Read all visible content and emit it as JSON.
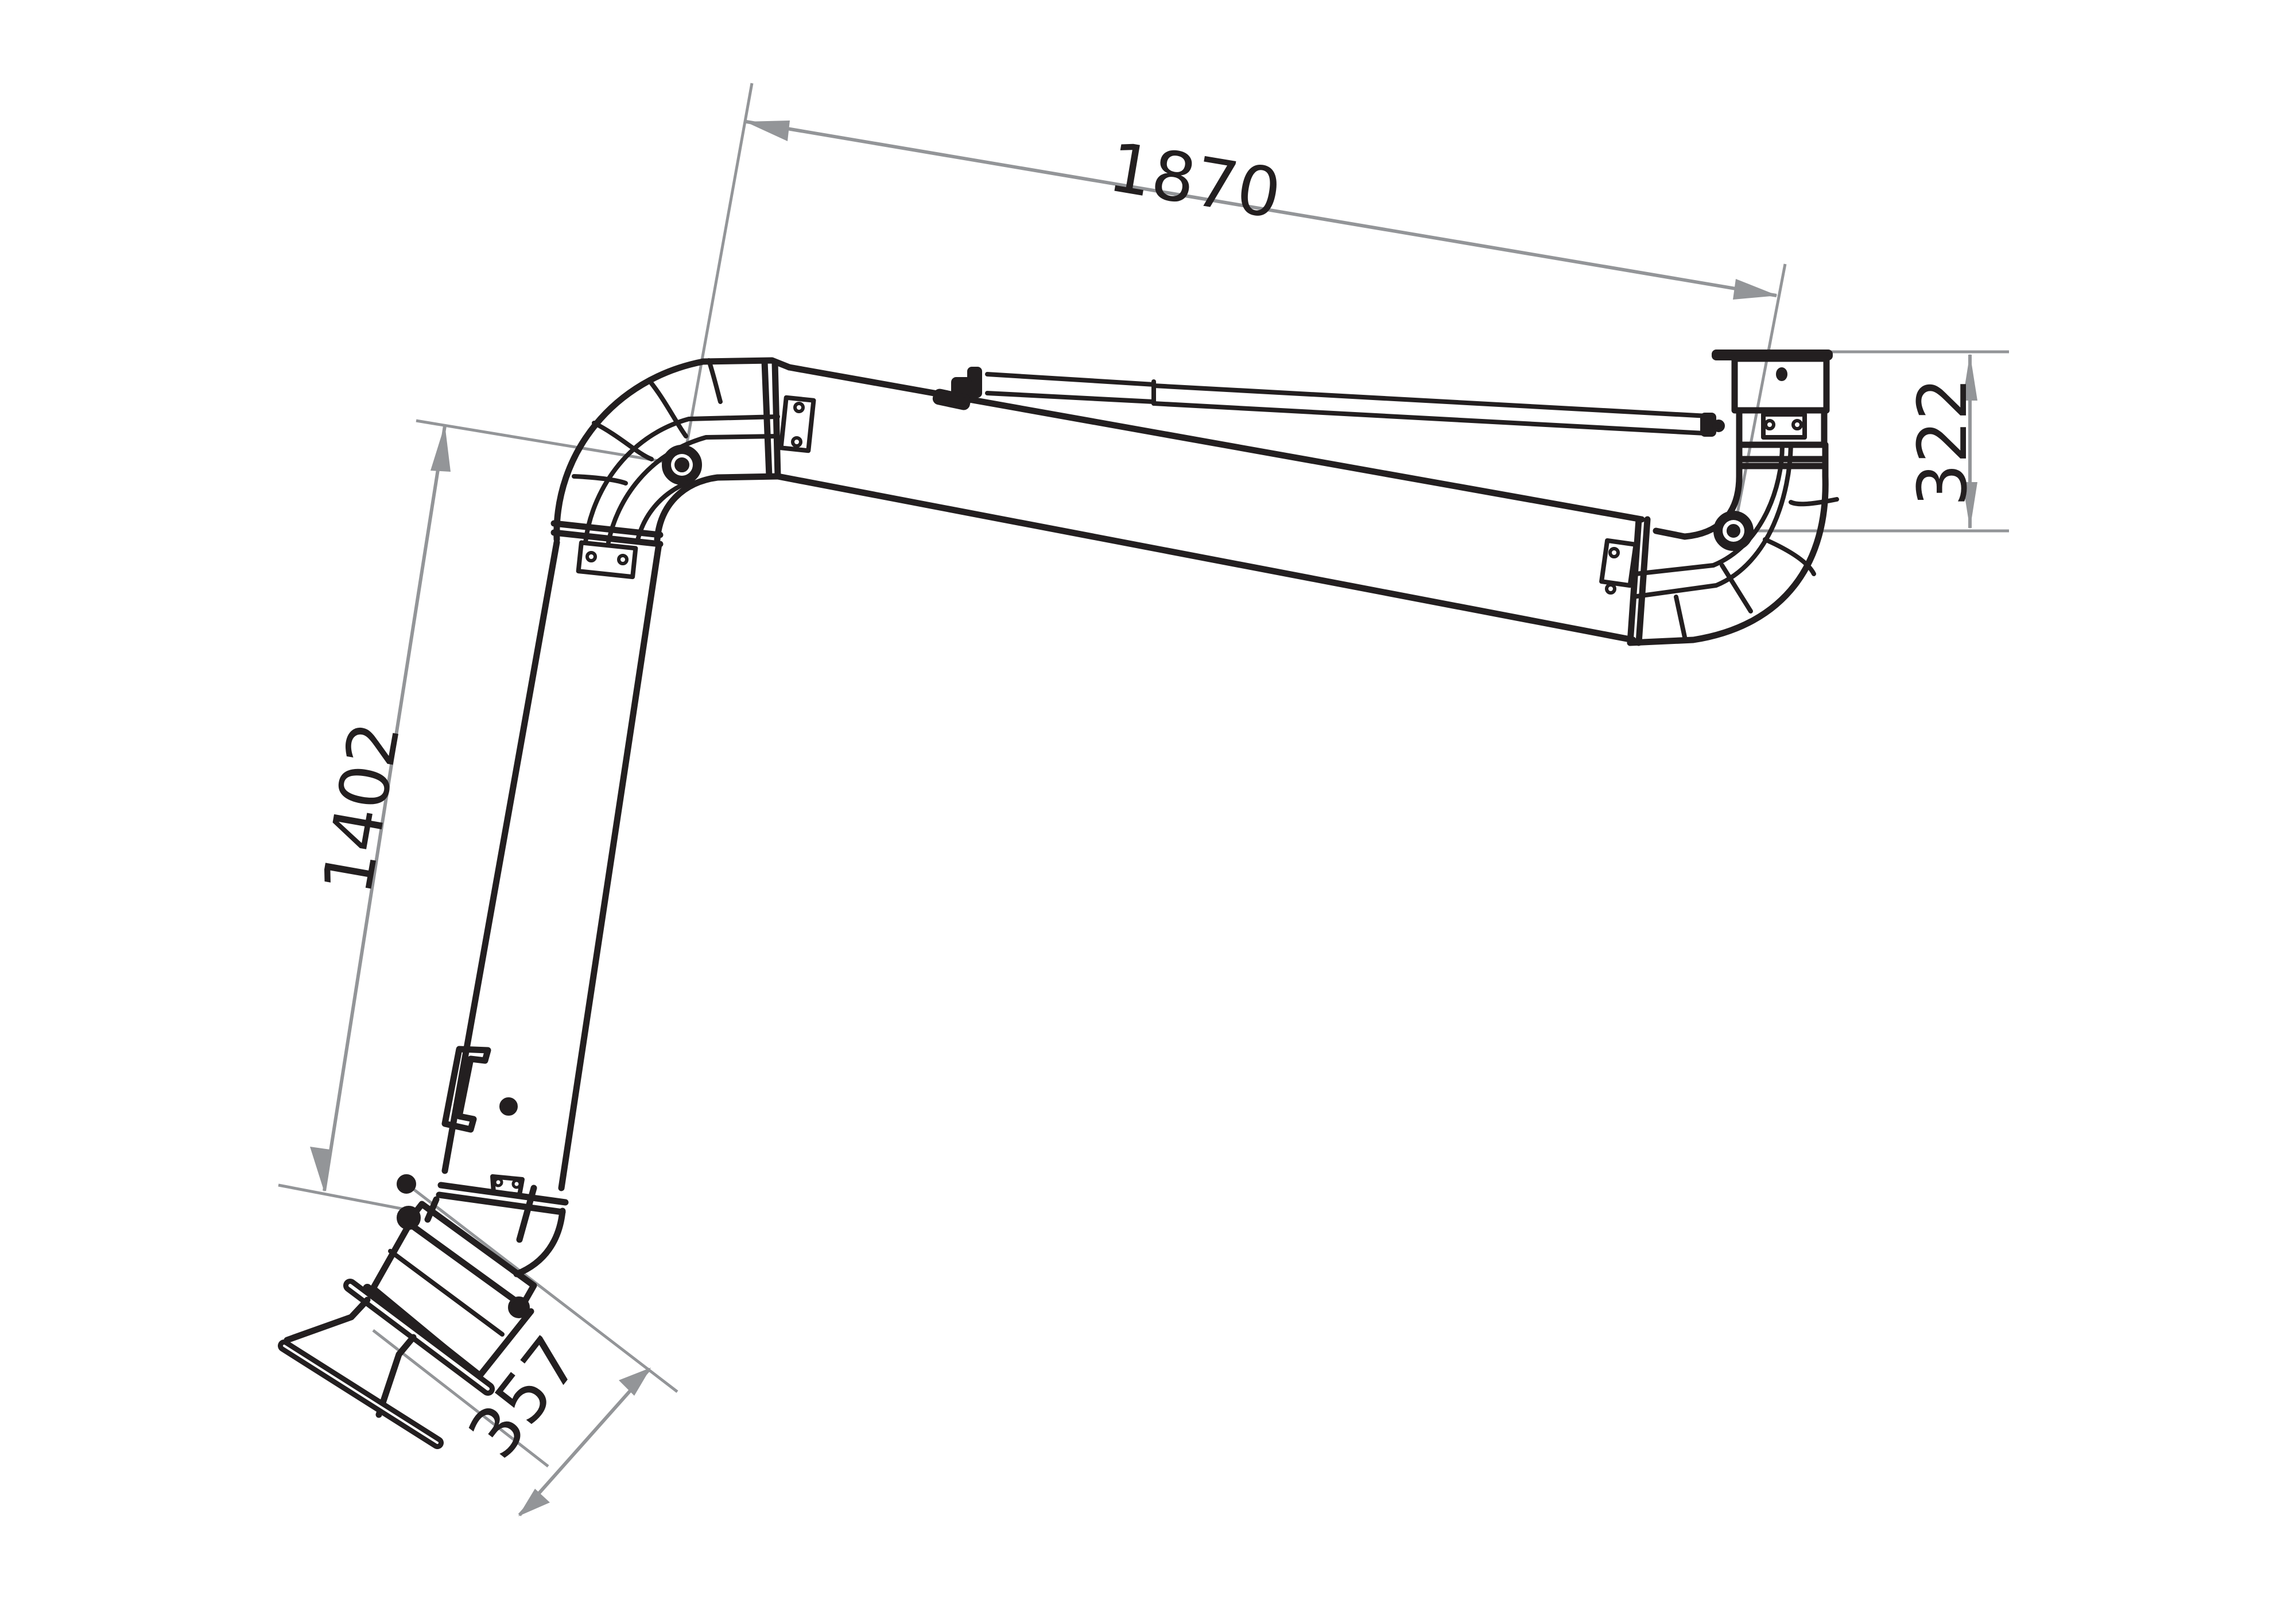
{
  "drawing": {
    "subject": "articulated fume extraction arm with hood",
    "colors": {
      "line": "#231f20",
      "dimension": "#939598",
      "background": "#ffffff"
    }
  },
  "dimensions": {
    "horizontal_reach": {
      "label": "1870",
      "orientation": "along upper arm"
    },
    "lower_arm_length": {
      "label": "1402",
      "orientation": "along lower arm"
    },
    "mount_height": {
      "label": "322",
      "orientation": "vertical, right side"
    },
    "hood_depth": {
      "label": "357",
      "orientation": "diagonal, at hood"
    }
  },
  "components": [
    {
      "name": "wall-mount-flange"
    },
    {
      "name": "rear-elbow-joint"
    },
    {
      "name": "upper-arm-tube"
    },
    {
      "name": "gas-spring"
    },
    {
      "name": "middle-elbow-joint"
    },
    {
      "name": "lower-arm-tube"
    },
    {
      "name": "handle"
    },
    {
      "name": "hood-swivel"
    },
    {
      "name": "extraction-hood"
    }
  ]
}
